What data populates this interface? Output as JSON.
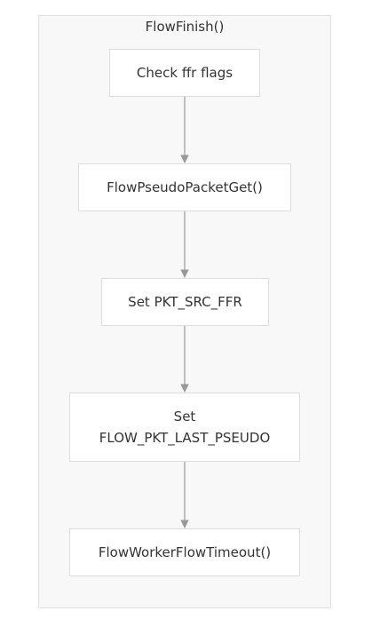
{
  "diagram": {
    "cluster_title": "FlowFinish()",
    "nodes": [
      {
        "id": "check-ffr-flags",
        "label": "Check ffr flags"
      },
      {
        "id": "flow-pseudo-packet-get",
        "label": "FlowPseudoPacketGet()"
      },
      {
        "id": "set-pkt-src-ffr",
        "label": "Set PKT_SRC_FFR"
      },
      {
        "id": "set-flow-pkt-last-pseudo",
        "label": "Set\nFLOW_PKT_LAST_PSEUDO"
      },
      {
        "id": "flow-worker-flow-timeout",
        "label": "FlowWorkerFlowTimeout()"
      }
    ],
    "edges": [
      {
        "from": "check-ffr-flags",
        "to": "flow-pseudo-packet-get"
      },
      {
        "from": "flow-pseudo-packet-get",
        "to": "set-pkt-src-ffr"
      },
      {
        "from": "set-pkt-src-ffr",
        "to": "set-flow-pkt-last-pseudo"
      },
      {
        "from": "set-flow-pkt-last-pseudo",
        "to": "flow-worker-flow-timeout"
      }
    ],
    "colors": {
      "edge": "#999999",
      "cluster_fill": "#f8f8f8",
      "node_fill": "#ffffff",
      "text": "#333333"
    }
  }
}
